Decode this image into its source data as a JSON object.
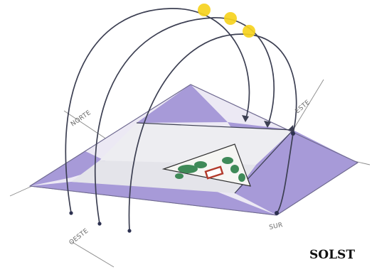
{
  "labels": {
    "north": "NORTE",
    "east": "ESTE",
    "west": "OESTE",
    "south": "SUR"
  },
  "caption": "SOLST",
  "colors": {
    "plane_purple": "#a79ad8",
    "plane_pale": "#e7e7ee",
    "sun": "#f6d21e",
    "arc": "#3c3f52",
    "vegetation": "#3f8a58"
  }
}
